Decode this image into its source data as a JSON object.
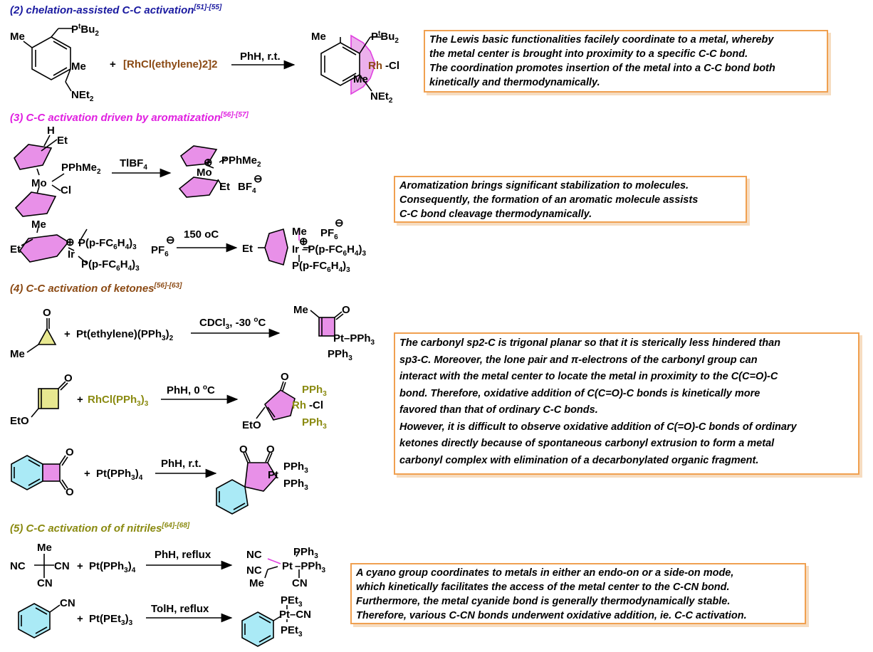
{
  "colors": {
    "section2": "#1a1aa0",
    "section3": "#e020e0",
    "section4": "#8b4a14",
    "section5": "#8a8a10",
    "box_border": "#f0a050",
    "ring_fill": "#e890e8",
    "benzene_fill": "#aaeaf6",
    "rh_reagent": "#8b4a14",
    "rh_reagent2": "#8a8a10"
  },
  "sections": [
    {
      "title": "(2) chelation-assisted C-C activation",
      "refs": "[51]-[55]"
    },
    {
      "title": "(3) C-C activation driven by aromatization",
      "refs": "[56]-[57]"
    },
    {
      "title": "(4) C-C activation of ketones",
      "refs": "[56]-[63]"
    },
    {
      "title": "(5) C-C activation of of nitriles",
      "refs": "[64]-[68]"
    }
  ],
  "boxes": {
    "chelation": [
      "The Lewis basic functionalities facilely coordinate to a metal, whereby",
      "the metal center is brought into proximity to a specific C-C bond.",
      "The coordination promotes insertion of the metal into a C-C bond both",
      "kinetically and thermodynamically."
    ],
    "aromatization": [
      "Aromatization brings significant stabilization to molecules.",
      "Consequently, the formation of an aromatic molecule assists",
      "C-C bond cleavage thermodynamically."
    ],
    "ketones": [
      "The carbonyl sp2-C is trigonal planar so that it is sterically less hindered than",
      "sp3-C. Moreover, the lone pair and π-electrons of the carbonyl group can",
      "interact with the metal center to locate the metal in proximity to the C(C=O)-C",
      "bond. Therefore, oxidative addition of C(C=O)-C bonds is kinetically more",
      "favored than that of ordinary C-C bonds.",
      "However, it is difficult to observe oxidative addition of C(=O)-C bonds of ordinary",
      "ketones directly because of spontaneous carbonyl extrusion to form a metal",
      "carbonyl complex with elimination of a decarbonylated organic fragment."
    ],
    "nitriles": [
      "A cyano group coordinates to metals in either an endo-on or a side-on mode,",
      "which kinetically facilitates the access of the metal center to the C-CN bond.",
      "Furthermore, the metal cyanide bond is generally thermodynamically stable.",
      "Therefore, various C-CN bonds underwent oxidative addition, ie. C-C activation."
    ]
  },
  "reactions": {
    "r1": {
      "reagent": "[RhCl(ethylene)2]2",
      "conditions": "PhH, r.t."
    },
    "r2": {
      "reagent": "TlBF4"
    },
    "r3": {
      "conditions": "150 oC"
    },
    "r4": {
      "reagent": "Pt(ethylene)(PPh3)2",
      "conditions": "CDCl3, -30 oC"
    },
    "r5": {
      "reagent": "RhCl(PPh3)3",
      "conditions": "PhH, 0 oC"
    },
    "r6": {
      "reagent": "Pt(PPh3)4",
      "conditions": "PhH, r.t."
    },
    "r7": {
      "reagent": "Pt(PPh3)4",
      "conditions": "PhH, reflux"
    },
    "r8": {
      "reagent": "Pt(PEt3)3",
      "conditions": "TolH, reflux"
    }
  }
}
